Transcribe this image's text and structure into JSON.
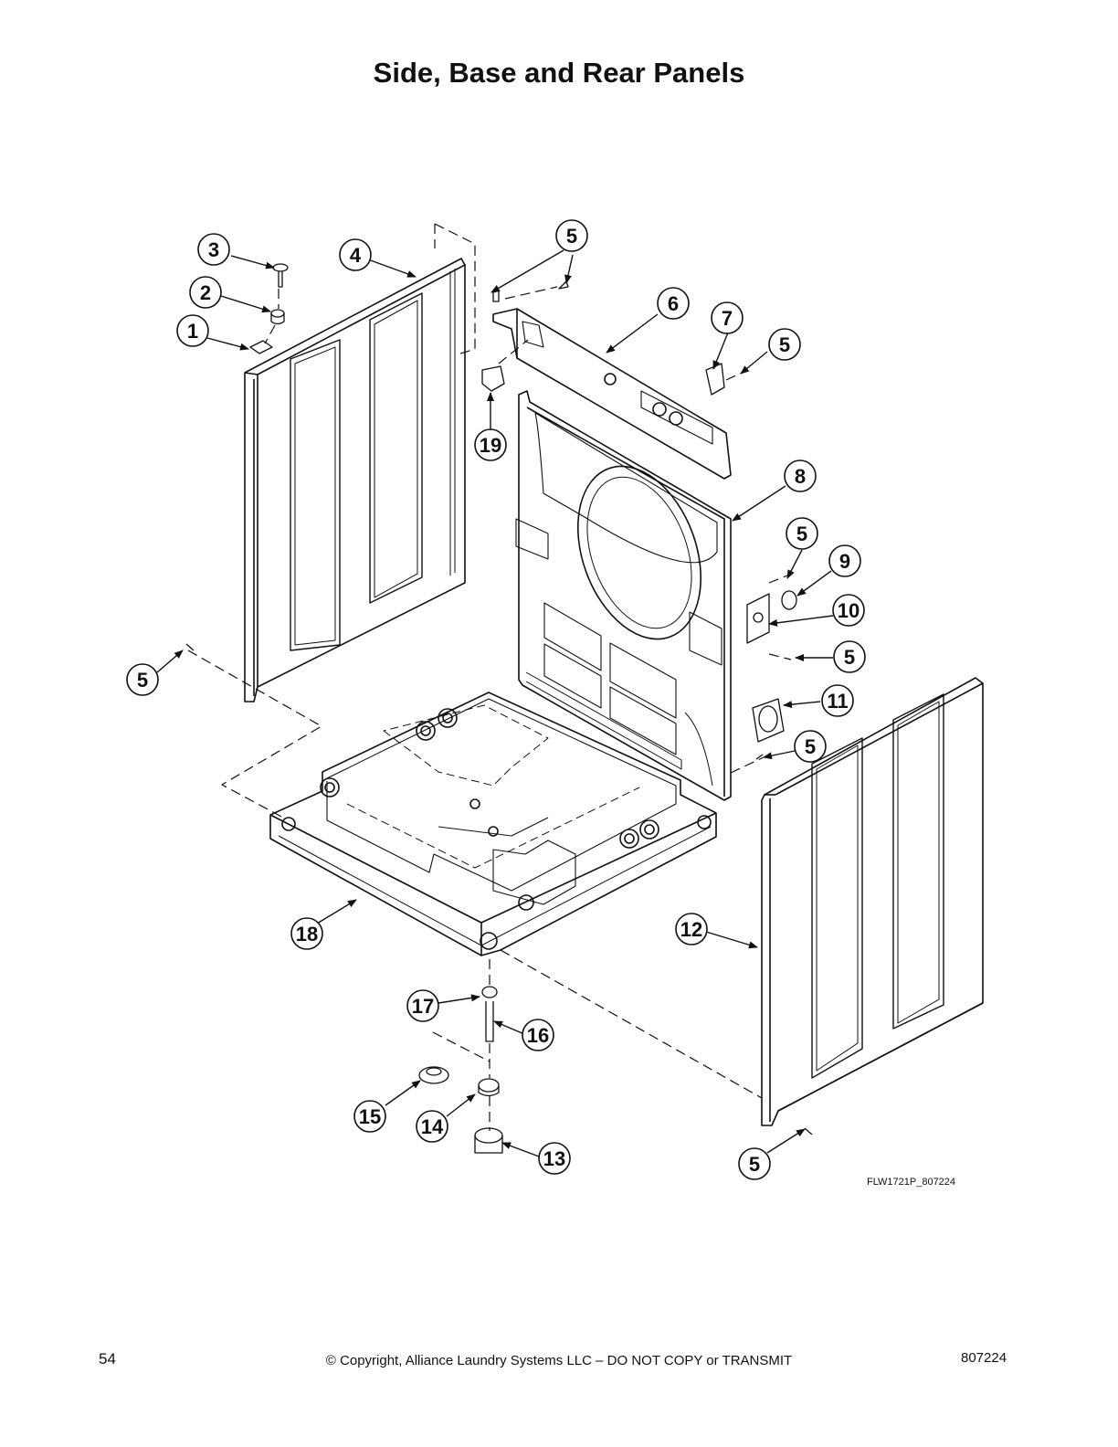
{
  "title": "Side, Base and Rear Panels",
  "drawing_code": "FLW1721P_807224",
  "footer": {
    "page_number": "54",
    "copyright": "© Copyright, Alliance Laundry Systems LLC – DO NOT COPY or TRANSMIT",
    "document_number": "807224"
  },
  "callouts": [
    {
      "id": "c1",
      "label": "1"
    },
    {
      "id": "c2",
      "label": "2"
    },
    {
      "id": "c3",
      "label": "3"
    },
    {
      "id": "c4",
      "label": "4"
    },
    {
      "id": "c5a",
      "label": "5"
    },
    {
      "id": "c5b",
      "label": "5"
    },
    {
      "id": "c5c",
      "label": "5"
    },
    {
      "id": "c5d",
      "label": "5"
    },
    {
      "id": "c5e",
      "label": "5"
    },
    {
      "id": "c5f",
      "label": "5"
    },
    {
      "id": "c5g",
      "label": "5"
    },
    {
      "id": "c6",
      "label": "6"
    },
    {
      "id": "c7",
      "label": "7"
    },
    {
      "id": "c8",
      "label": "8"
    },
    {
      "id": "c9",
      "label": "9"
    },
    {
      "id": "c10",
      "label": "10"
    },
    {
      "id": "c11",
      "label": "11"
    },
    {
      "id": "c12",
      "label": "12"
    },
    {
      "id": "c13",
      "label": "13"
    },
    {
      "id": "c14",
      "label": "14"
    },
    {
      "id": "c15",
      "label": "15"
    },
    {
      "id": "c16",
      "label": "16"
    },
    {
      "id": "c17",
      "label": "17"
    },
    {
      "id": "c18",
      "label": "18"
    },
    {
      "id": "c19",
      "label": "19"
    }
  ]
}
